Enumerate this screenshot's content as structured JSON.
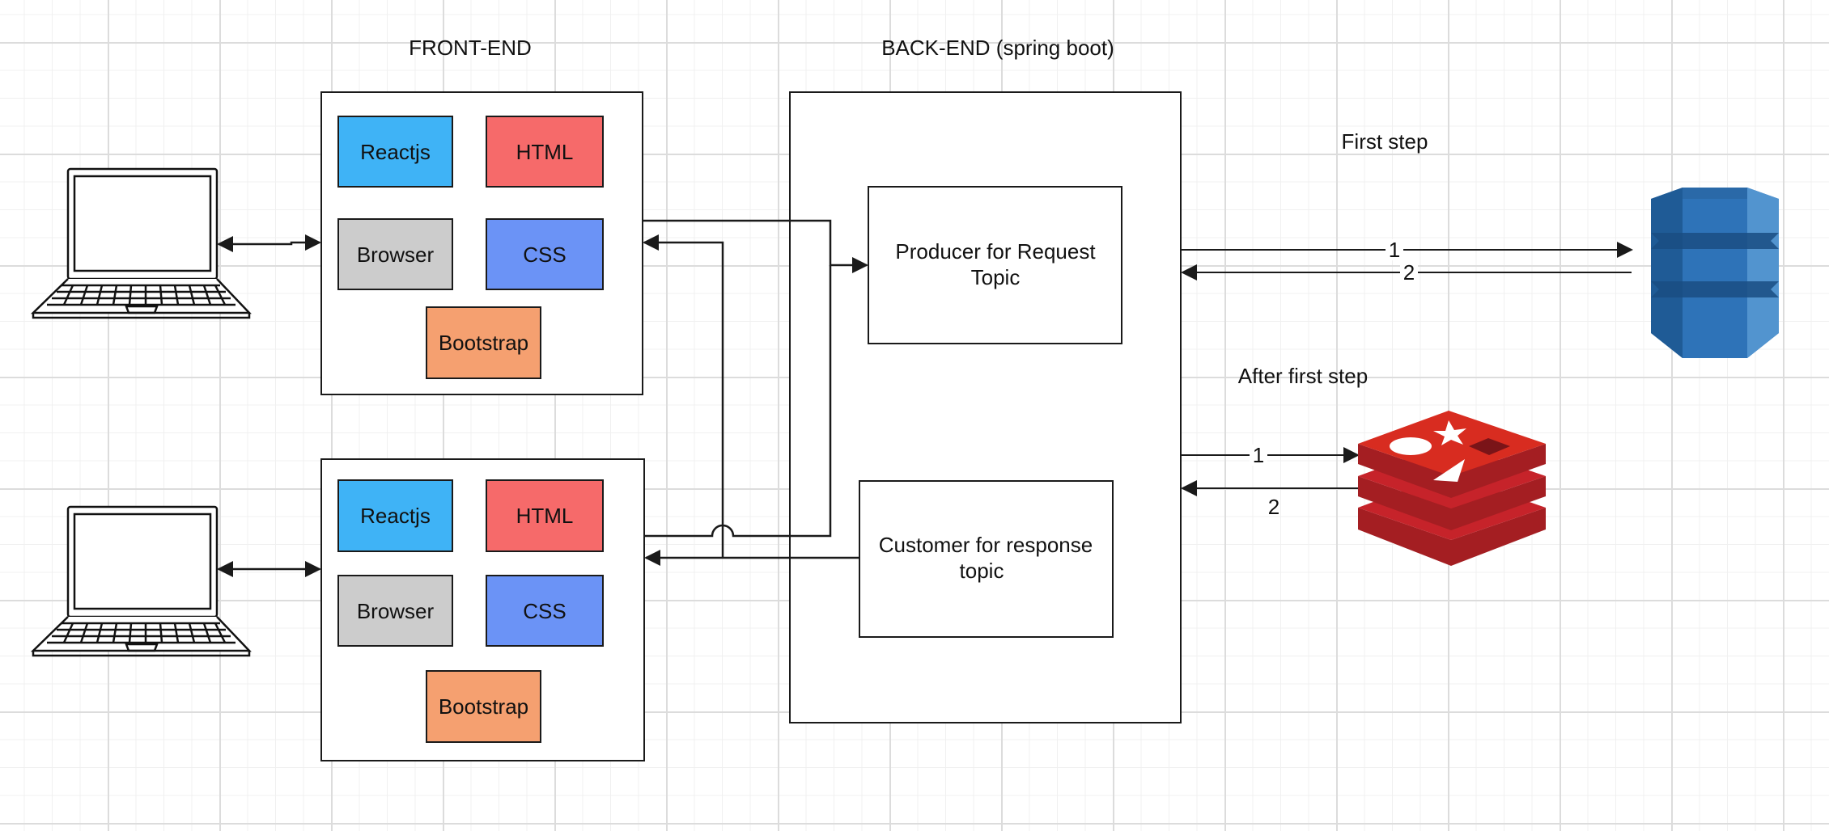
{
  "headers": {
    "frontend": "FRONT-END",
    "backend": "BACK-END  (spring boot)"
  },
  "frontend_top": {
    "reactjs": "Reactjs",
    "html": "HTML",
    "browser": "Browser",
    "css": "CSS",
    "bootstrap": "Bootstrap"
  },
  "frontend_bottom": {
    "reactjs": "Reactjs",
    "html": "HTML",
    "browser": "Browser",
    "css": "CSS",
    "bootstrap": "Bootstrap"
  },
  "backend": {
    "producer_line1": "Producer for Request",
    "producer_line2": "Topic",
    "consumer_line1": "Customer for response",
    "consumer_line2": "topic"
  },
  "steps": {
    "first": "First step",
    "after": "After first step"
  },
  "edge_labels": {
    "db_request": "1",
    "db_response": "2",
    "cache_request": "1",
    "cache_response": "2"
  },
  "icons": {
    "laptop": "laptop-icon",
    "database": "dynamodb-database-icon",
    "cache": "redis-cache-icon"
  },
  "colors": {
    "reactjs": "#3fb3f6",
    "html": "#f66a6a",
    "browser": "#cccccc",
    "css": "#6b93f6",
    "bootstrap": "#f5a070",
    "database": "#2e73b8",
    "cache": "#c6232a"
  }
}
